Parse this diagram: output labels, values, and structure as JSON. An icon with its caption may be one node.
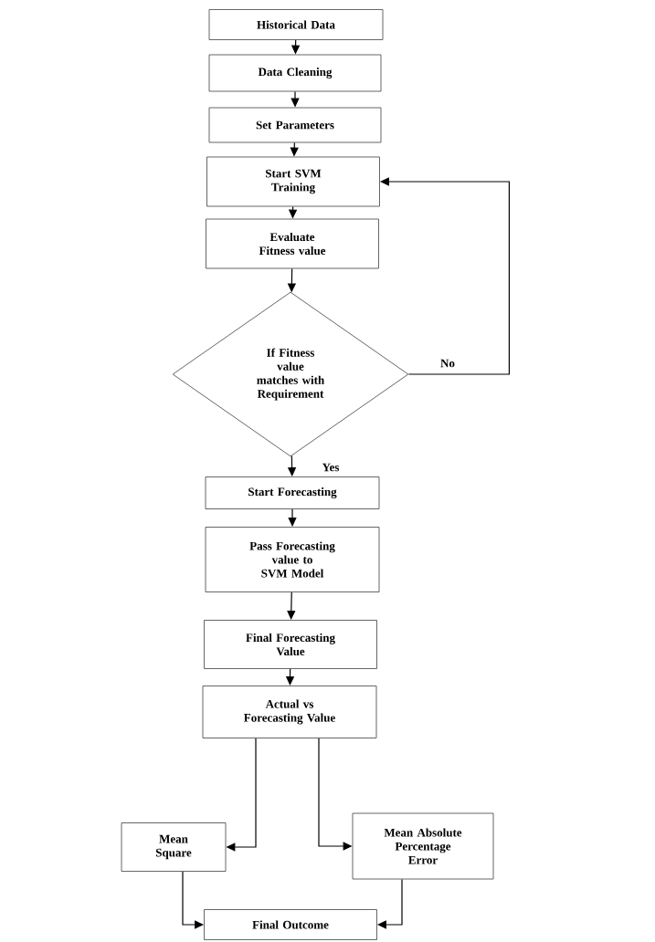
{
  "diagram": {
    "nodes": [
      {
        "text": [
          "Historical Data"
        ]
      },
      {
        "text": [
          "Data Cleaning"
        ]
      },
      {
        "text": [
          "Set Parameters"
        ]
      },
      {
        "text": [
          "Start SVM Training"
        ]
      },
      {
        "text": [
          "Evaluate Fitness value"
        ]
      },
      {
        "text": [
          "If Fitness value matches with Requirement"
        ]
      },
      {
        "text": [
          "Start Forecasting"
        ]
      },
      {
        "text": [
          "Pass Forecasting value to SVM Model"
        ]
      },
      {
        "text": [
          "Final Forecasting Value"
        ]
      },
      {
        "text": [
          "Actual vs Forecasting Value"
        ]
      },
      {
        "text": [
          "Mean Square"
        ]
      },
      {
        "text": [
          "Mean Absolute Percentage Error"
        ]
      },
      {
        "text": [
          "Final Outcome"
        ]
      }
    ],
    "edges": [
      {
        "from": 0,
        "to": 1,
        "arrow": "to"
      },
      {
        "from": 1,
        "to": 2,
        "arrow": "to"
      },
      {
        "from": 2,
        "to": 3,
        "arrow": "to"
      },
      {
        "from": 3,
        "to": 4,
        "arrow": "to"
      },
      {
        "from": 4,
        "to": 5,
        "arrow": "to"
      },
      {
        "from": 5,
        "to": 3,
        "arrow": "to",
        "label": "No"
      },
      {
        "from": 5,
        "to": 6,
        "arrow": "to",
        "label": "Yes"
      },
      {
        "from": 6,
        "to": 7,
        "arrow": "to"
      },
      {
        "from": 7,
        "to": 8,
        "arrow": "to"
      },
      {
        "from": 8,
        "to": 9,
        "arrow": "to"
      },
      {
        "from": 9,
        "to": 10,
        "arrow": "to"
      },
      {
        "from": 9,
        "to": 11,
        "arrow": "to"
      },
      {
        "from": 10,
        "to": 12,
        "arrow": "to"
      },
      {
        "from": 11,
        "to": 12,
        "arrow": "to"
      }
    ]
  }
}
